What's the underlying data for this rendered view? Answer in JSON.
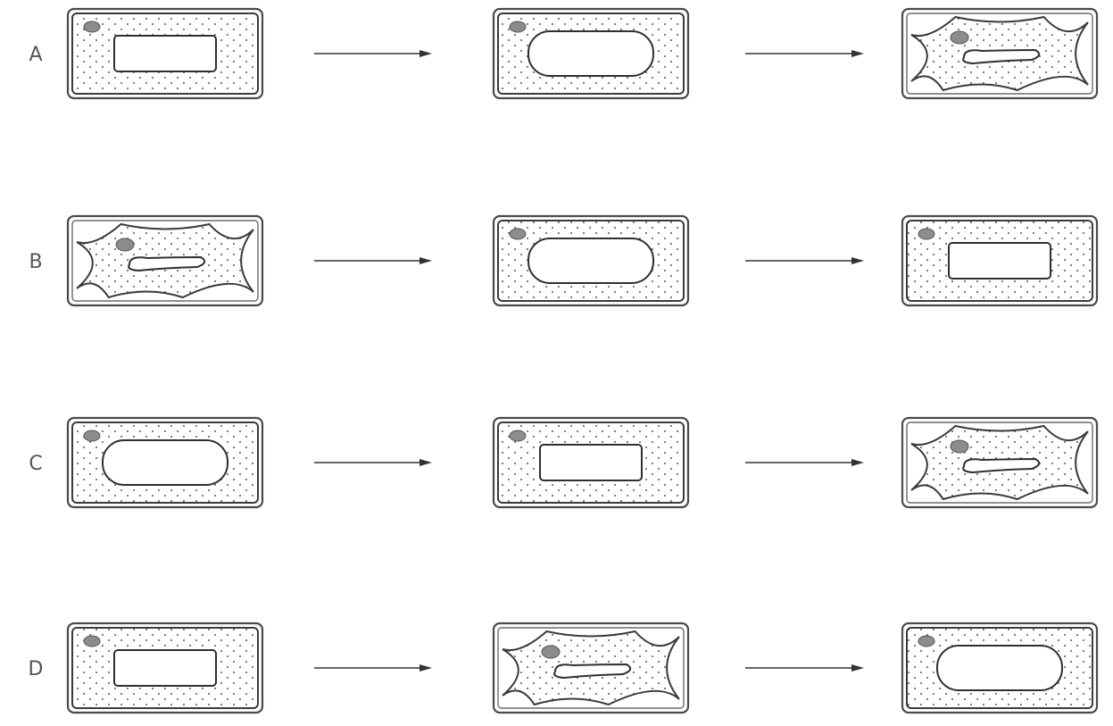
{
  "rows": [
    {
      "label": "A",
      "sequence": [
        "normal",
        "turgid",
        "plasmolysed"
      ]
    },
    {
      "label": "B",
      "sequence": [
        "plasmolysed",
        "turgid",
        "normal"
      ]
    },
    {
      "label": "C",
      "sequence": [
        "turgid",
        "normal",
        "plasmolysed"
      ]
    },
    {
      "label": "D",
      "sequence": [
        "normal",
        "plasmolysed",
        "turgid"
      ]
    }
  ],
  "colors": {
    "outline": "#3a3a3a",
    "label": "#555555",
    "nucleus": "#8c8c8c"
  }
}
